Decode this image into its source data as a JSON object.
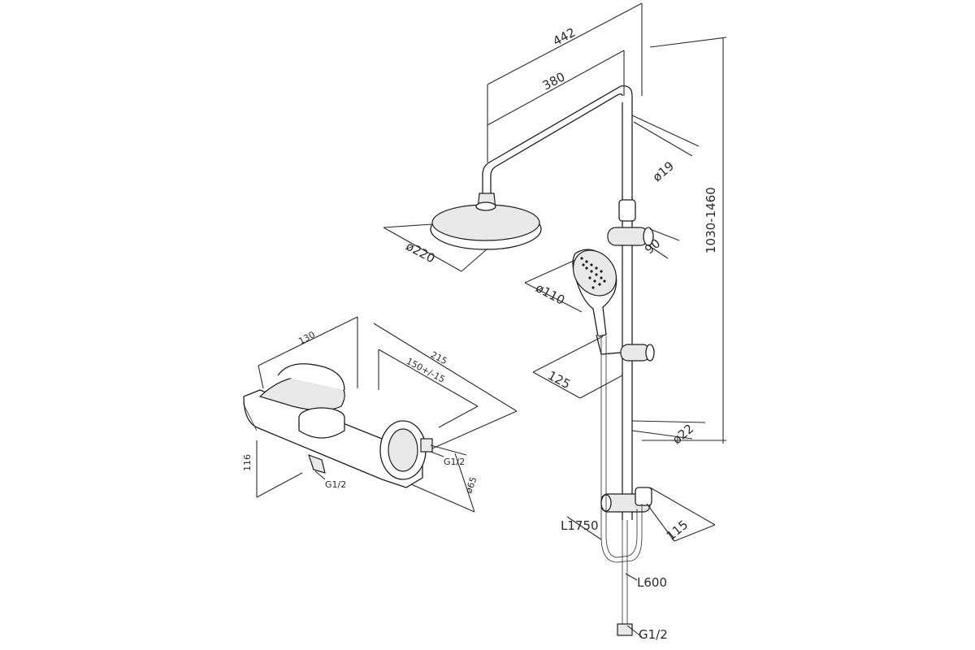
{
  "dimensions": {
    "d442": "442",
    "d380": "380",
    "d19": "ø19",
    "d220": "ø220",
    "d90": "90",
    "h1030_1460": "1030-1460",
    "d110": "ø110",
    "d125": "125",
    "d22": "ø22",
    "d115": "115",
    "l1750": "L1750",
    "l600": "L600",
    "g12_bottom": "G1/2",
    "m130": "130",
    "m215": "215",
    "m150": "150+/-15",
    "m116": "116",
    "m_g12_left": "G1/2",
    "m_g12_right": "G1/2",
    "m65": "ø65"
  }
}
